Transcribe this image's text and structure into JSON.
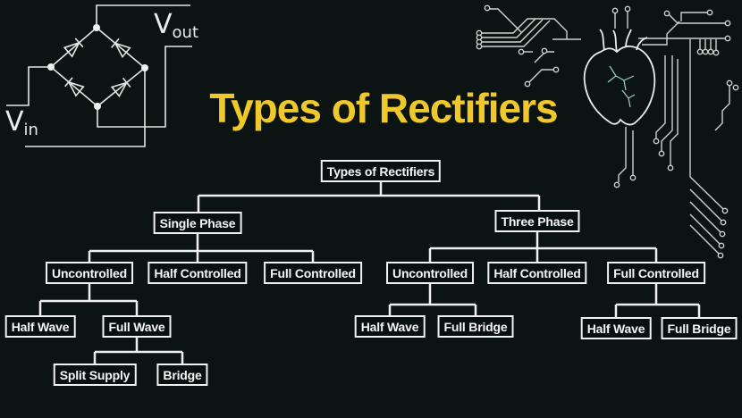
{
  "title": "Types of Rectifiers",
  "colors": {
    "background": "#0b1413",
    "title_yellow": "#efc92b",
    "box_border": "#f2f2f2",
    "box_fill": "#081010",
    "box_text": "#f5f5f5",
    "connector_line": "#f0f0f0",
    "circuit_line": "#e4e8e5"
  },
  "circuit": {
    "input_label": "V",
    "input_sub": "in",
    "output_label": "V",
    "output_sub": "out"
  },
  "decor": {
    "left_graphic": "bridge-rectifier-circuit",
    "right_graphic": "circuit-board-heart"
  },
  "tree": {
    "root": {
      "label": "Types of Rectifiers"
    },
    "single_phase": {
      "label": "Single Phase"
    },
    "three_phase": {
      "label": "Three Phase"
    },
    "sp_uncontrolled": {
      "label": "Uncontrolled"
    },
    "sp_half_controlled": {
      "label": "Half Controlled"
    },
    "sp_full_controlled": {
      "label": "Full Controlled"
    },
    "sp_half_wave": {
      "label": "Half Wave"
    },
    "sp_full_wave": {
      "label": "Full Wave"
    },
    "sp_split_supply": {
      "label": "Split Supply"
    },
    "sp_bridge": {
      "label": "Bridge"
    },
    "tp_uncontrolled": {
      "label": "Uncontrolled"
    },
    "tp_half_controlled": {
      "label": "Half Controlled"
    },
    "tp_full_controlled": {
      "label": "Full Controlled"
    },
    "tp_unc_half_wave": {
      "label": "Half Wave"
    },
    "tp_unc_full_bridge": {
      "label": "Full Bridge"
    },
    "tp_fc_half_wave": {
      "label": "Half Wave"
    },
    "tp_fc_full_bridge": {
      "label": "Full Bridge"
    }
  }
}
